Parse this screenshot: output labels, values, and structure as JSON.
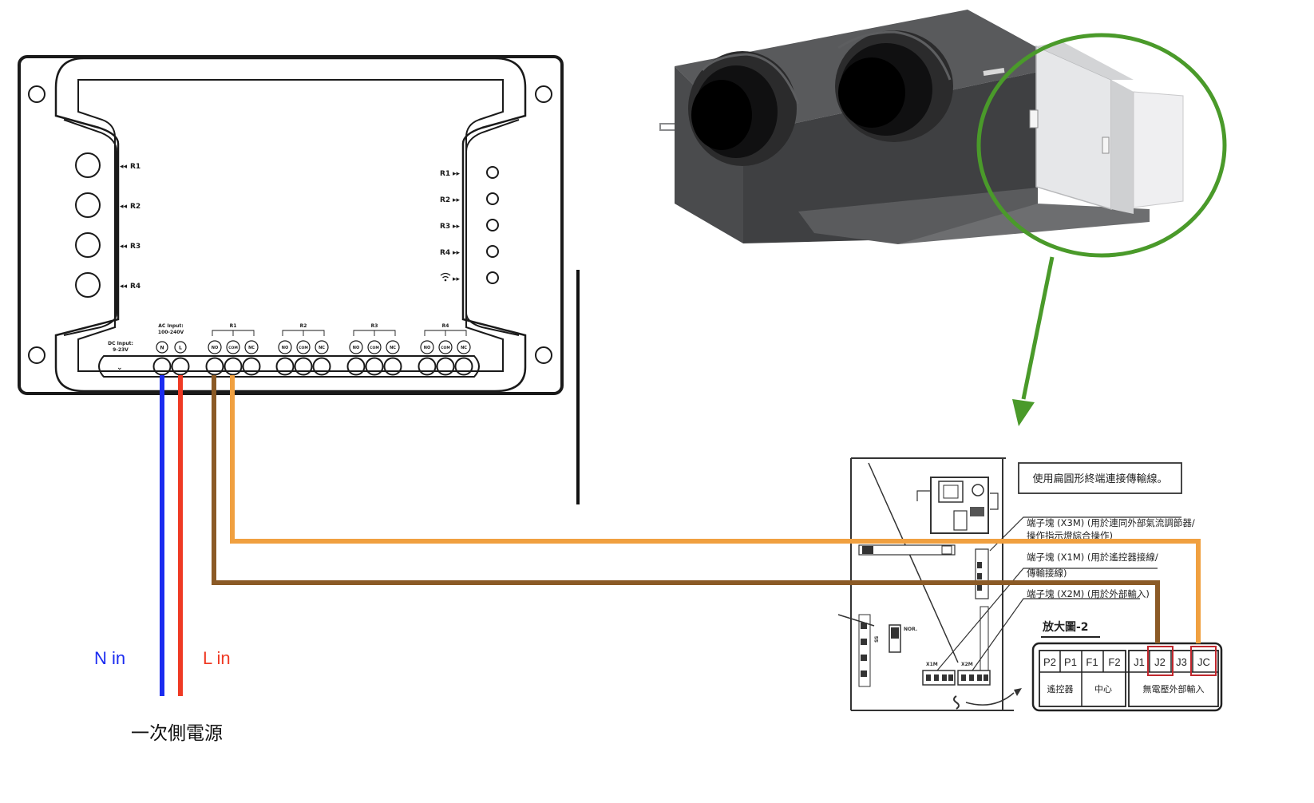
{
  "relay_module": {
    "left_buttons": [
      "R1",
      "R2",
      "R3",
      "R4"
    ],
    "right_leds": [
      "R1",
      "R2",
      "R3",
      "R4"
    ],
    "dc_input": {
      "title": "DC Input:",
      "range": "9-23V"
    },
    "ac_input": {
      "title": "AC Input:",
      "range": "100-240V",
      "n": "N",
      "l": "L"
    },
    "relay_groups": [
      {
        "name": "R1",
        "no": "NO",
        "com": "COM",
        "nc": "NC"
      },
      {
        "name": "R2",
        "no": "NO",
        "com": "COM",
        "nc": "NC"
      },
      {
        "name": "R3",
        "no": "NO",
        "com": "COM",
        "nc": "NC"
      },
      {
        "name": "R4",
        "no": "NO",
        "com": "COM",
        "nc": "NC"
      }
    ]
  },
  "wires": {
    "n_label": "N in",
    "l_label": "L in",
    "primary_power": "一次側電源",
    "colors": {
      "n": "#1b2cf0",
      "l": "#ef3a24",
      "brown": "#8b5a26",
      "orange": "#f0a040",
      "green": "#4a9a2a"
    }
  },
  "pcb": {
    "callout": "使用扁圓形終端連接傳輸線。",
    "x3m_line1": "端子塊 (X3M) (用於連同外部氣流調節器/",
    "x3m_line2": "操作指示燈綜合操作)",
    "x1m_line1": "端子塊 (X1M) (用於遙控器接線/",
    "x1m_line2": "傳輸接線)",
    "x2m": "端子塊 (X2M) (用於外部輸入)",
    "x1m_label": "X1M",
    "x2m_label": "X2M",
    "sw_nor": "NOR.",
    "sw_s": "SS",
    "zoom_title": "放大圖-2",
    "terminals": [
      "P2",
      "P1",
      "F1",
      "F2",
      "J1",
      "J2",
      "J3",
      "JC"
    ],
    "sections": [
      "遙控器",
      "中心",
      "無電壓外部輸入"
    ]
  }
}
